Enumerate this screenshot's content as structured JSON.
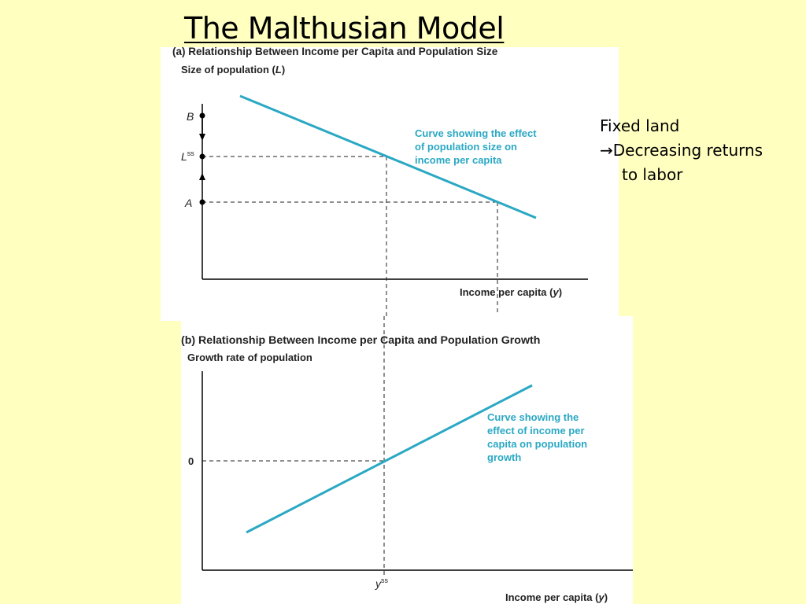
{
  "slide": {
    "title": "The Malthusian Model",
    "notes": {
      "line1": "Fixed land",
      "arrow": "→",
      "line2": "Decreasing returns",
      "line3": "to labor"
    }
  },
  "panel_a": {
    "heading": "(a) Relationship Between Income per Capita and Population Size",
    "y_axis_label": "Size of population (L)",
    "x_axis_label": "Income per capita (y)",
    "points": {
      "b": "B",
      "lss": "L",
      "lss_sup": "ss",
      "a": "A"
    },
    "curve_label": [
      "Curve showing the effect",
      "of population size on",
      "income per capita"
    ]
  },
  "panel_b": {
    "heading": "(b) Relationship Between Income per Capita and Population Growth",
    "y_axis_label": "Growth rate of population",
    "x_axis_label": "Income per capita (y)",
    "zero_label": "0",
    "yss": "y",
    "yss_sup": "ss",
    "curve_label": [
      "Curve showing the",
      "effect of income per",
      "capita on population",
      "growth"
    ]
  },
  "colors": {
    "curve": "#2AA8C4",
    "axis": "#000000",
    "background": "#FFFFC0",
    "panel": "#FFFFFF"
  }
}
